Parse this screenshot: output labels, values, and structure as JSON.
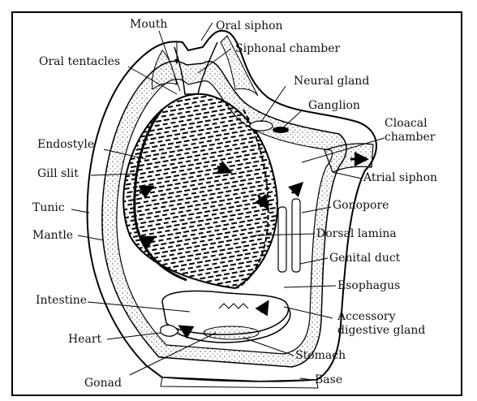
{
  "diagram": {
    "labels": {
      "mouth": "Mouth",
      "oral_siphon": "Oral siphon",
      "siphonal_chamber": "Siphonal chamber",
      "oral_tentacles": "Oral tentacles",
      "neural_gland": "Neural gland",
      "ganglion": "Ganglion",
      "cloacal_chamber_1": "Cloacal",
      "cloacal_chamber_2": "chamber",
      "endostyle": "Endostyle",
      "gill_slit": "Gill slit",
      "atrial_siphon": "Atrial siphon",
      "tunic": "Tunic",
      "gonopore": "Gonopore",
      "mantle": "Mantle",
      "dorsal_lamina": "Dorsal lamina",
      "genital_duct": "Genital duct",
      "esophagus": "Esophagus",
      "intestine": "Intestine",
      "accessory_gland_1": "Accessory",
      "accessory_gland_2": "digestive gland",
      "heart": "Heart",
      "stomach": "Stomach",
      "gonad": "Gonad",
      "base": "Base"
    }
  }
}
